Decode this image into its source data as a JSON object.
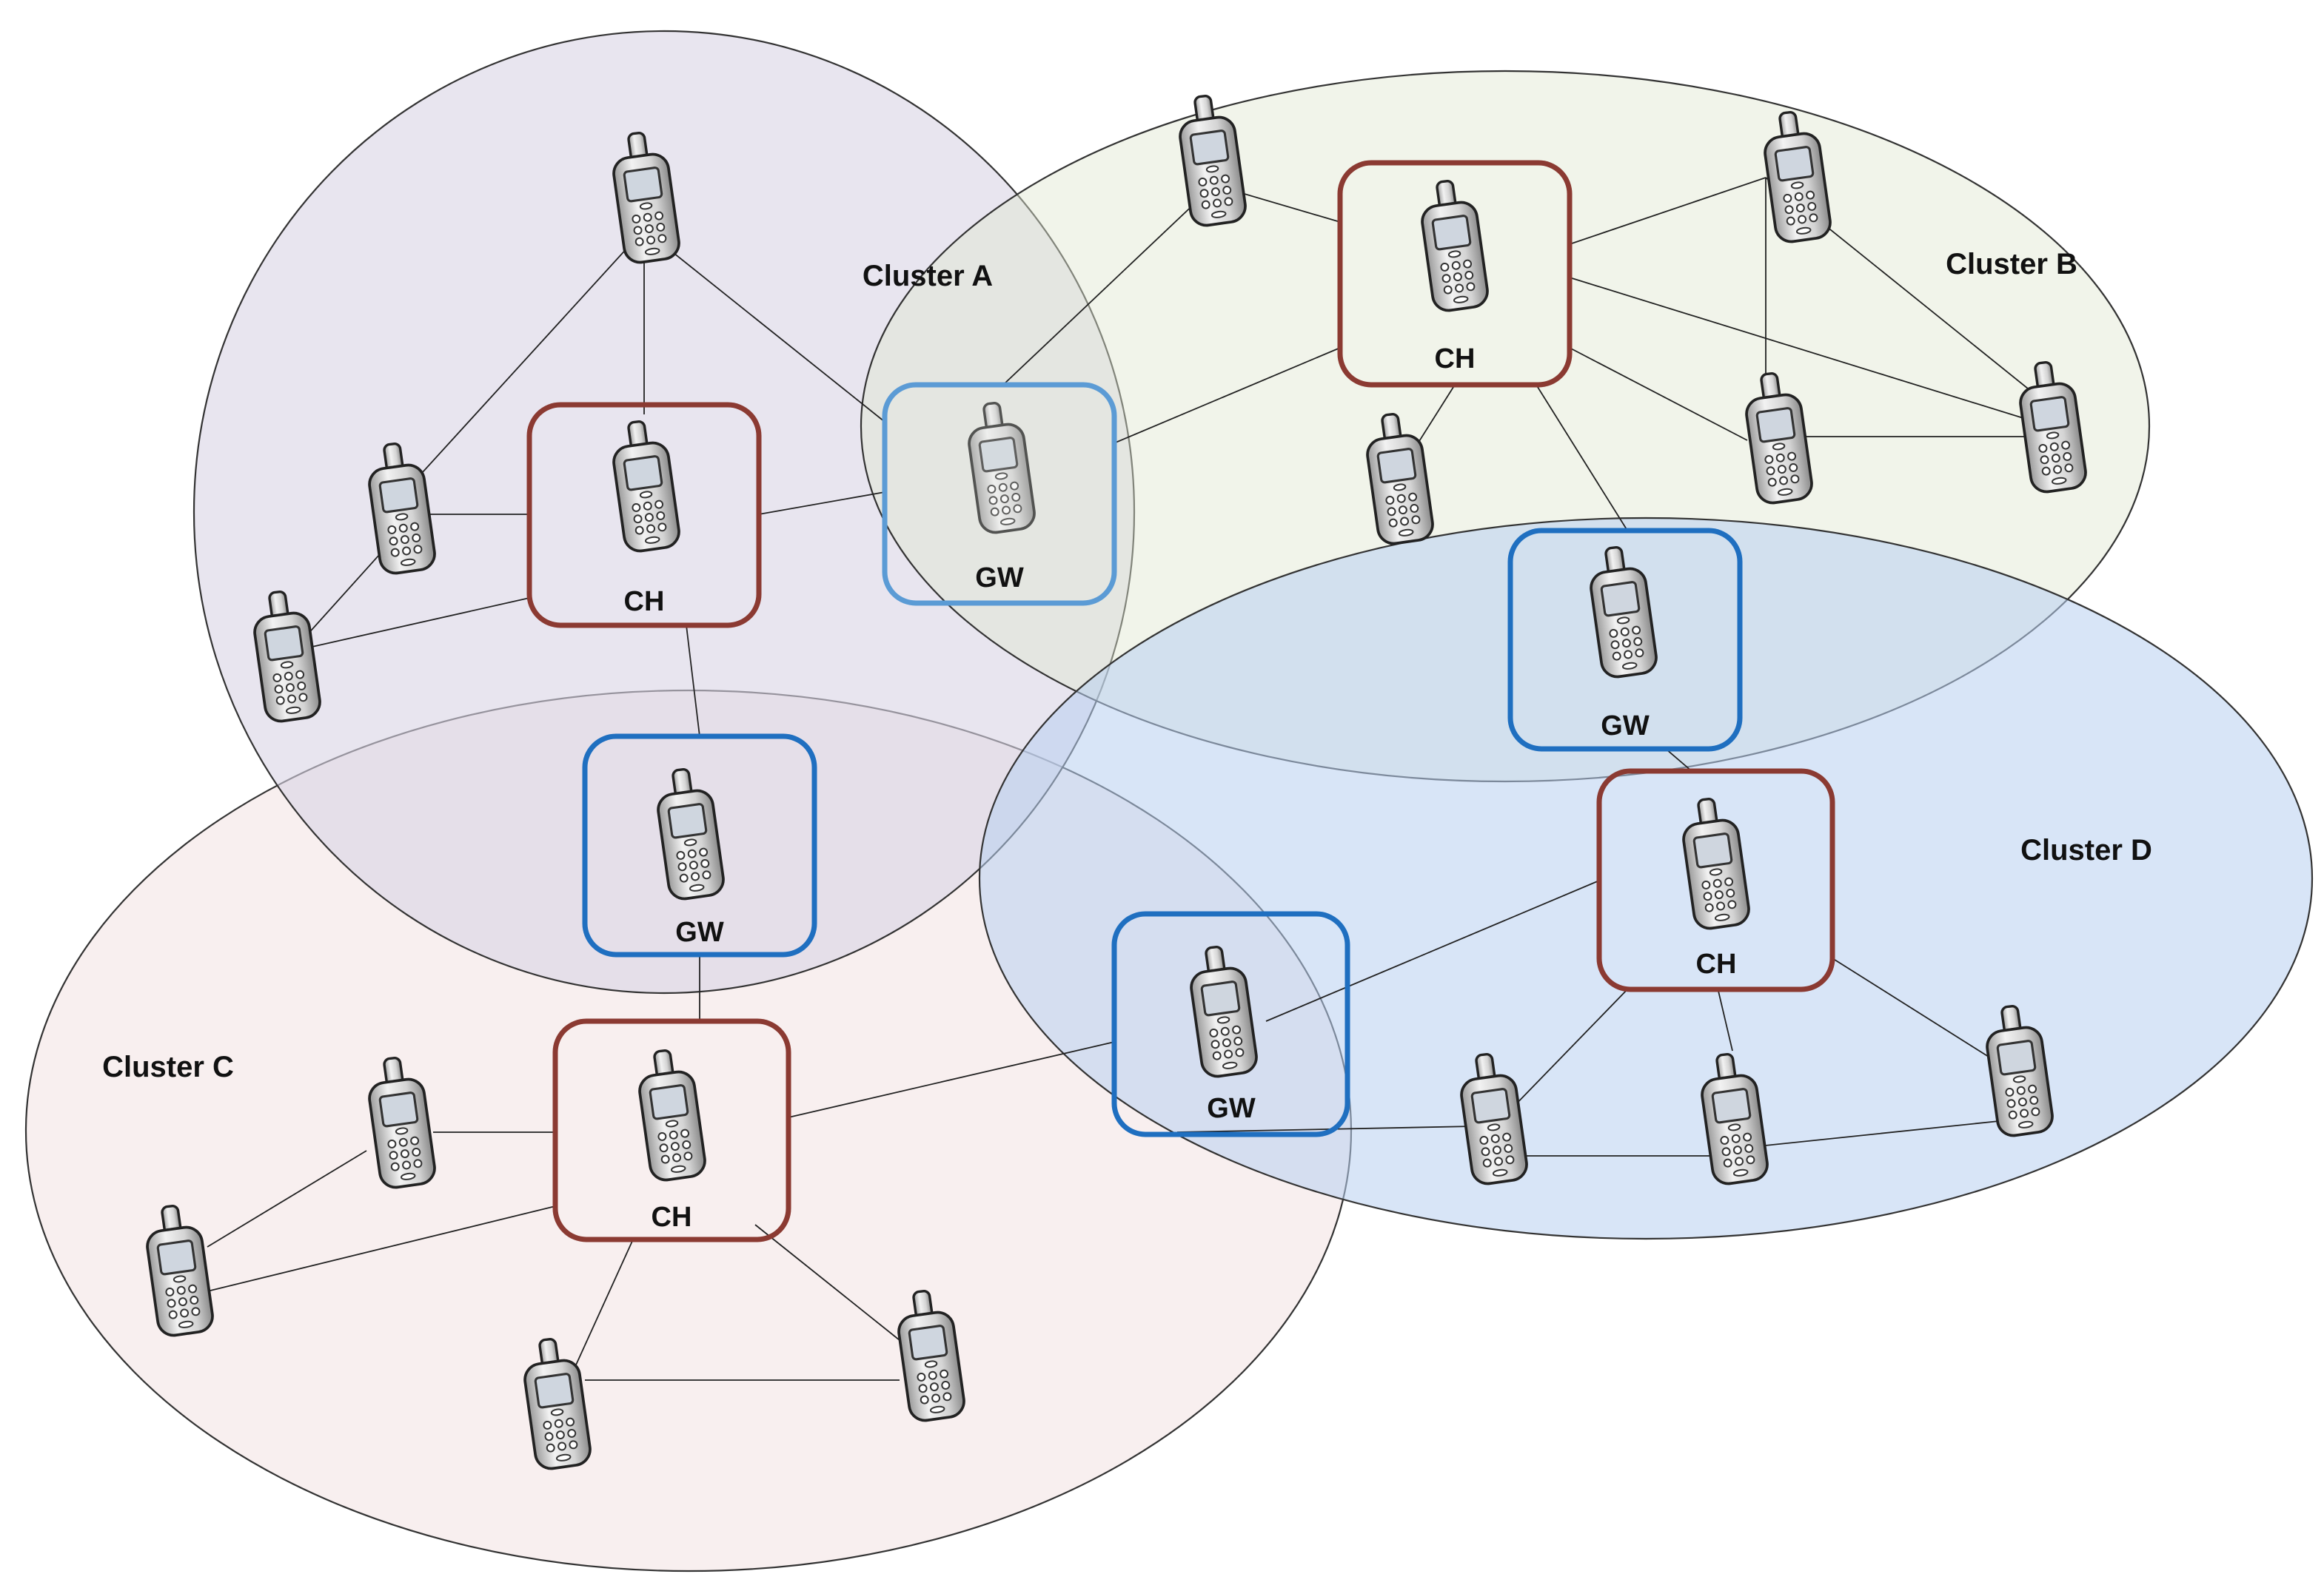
{
  "clusters": [
    {
      "label": "Cluster A",
      "color": "#d8d4e4"
    },
    {
      "label": "Cluster B",
      "color": "#e0e6d0"
    },
    {
      "label": "Cluster C",
      "color": "#f4e4e4"
    },
    {
      "label": "Cluster D",
      "color": "#b8cff0"
    }
  ],
  "roles": {
    "cluster_head": "CH",
    "gateway": "GW"
  },
  "colors": {
    "cluster_head_border": "#8b3a32",
    "gateway_border": "#1f6fc0",
    "gateway_border_light": "#5b9bd5"
  },
  "icon": "mobile-phone-icon"
}
